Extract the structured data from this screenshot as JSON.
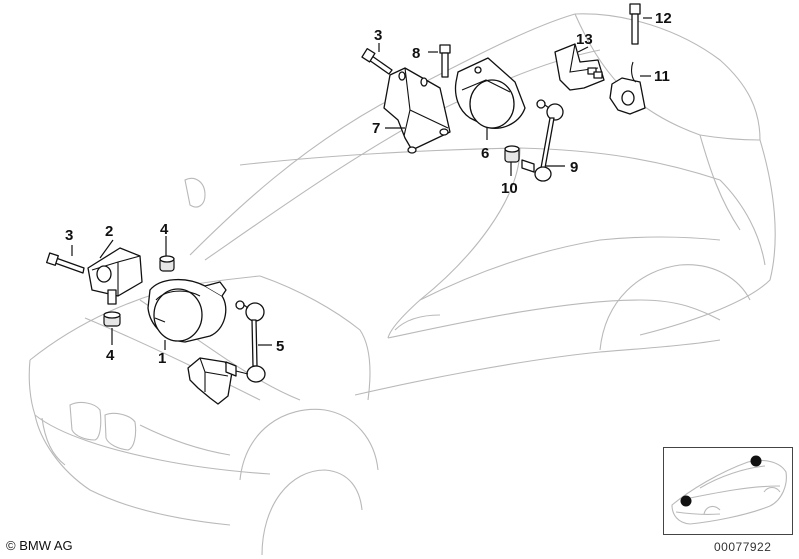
{
  "callouts": {
    "c1": "1",
    "c2": "2",
    "c3a": "3",
    "c3b": "3",
    "c4a": "4",
    "c4b": "4",
    "c5": "5",
    "c6": "6",
    "c7": "7",
    "c8": "8",
    "c9": "9",
    "c10": "10",
    "c11": "11",
    "c12": "12",
    "c13": "13"
  },
  "footer": {
    "copyright": "© BMW AG",
    "diagram_number": "00077922"
  },
  "colors": {
    "line": "#111111",
    "car_outline": "#b9b9b9",
    "marker": "#111111"
  },
  "icons": {
    "copyright": "copyright-symbol",
    "inset_markers": "filled-circle"
  }
}
